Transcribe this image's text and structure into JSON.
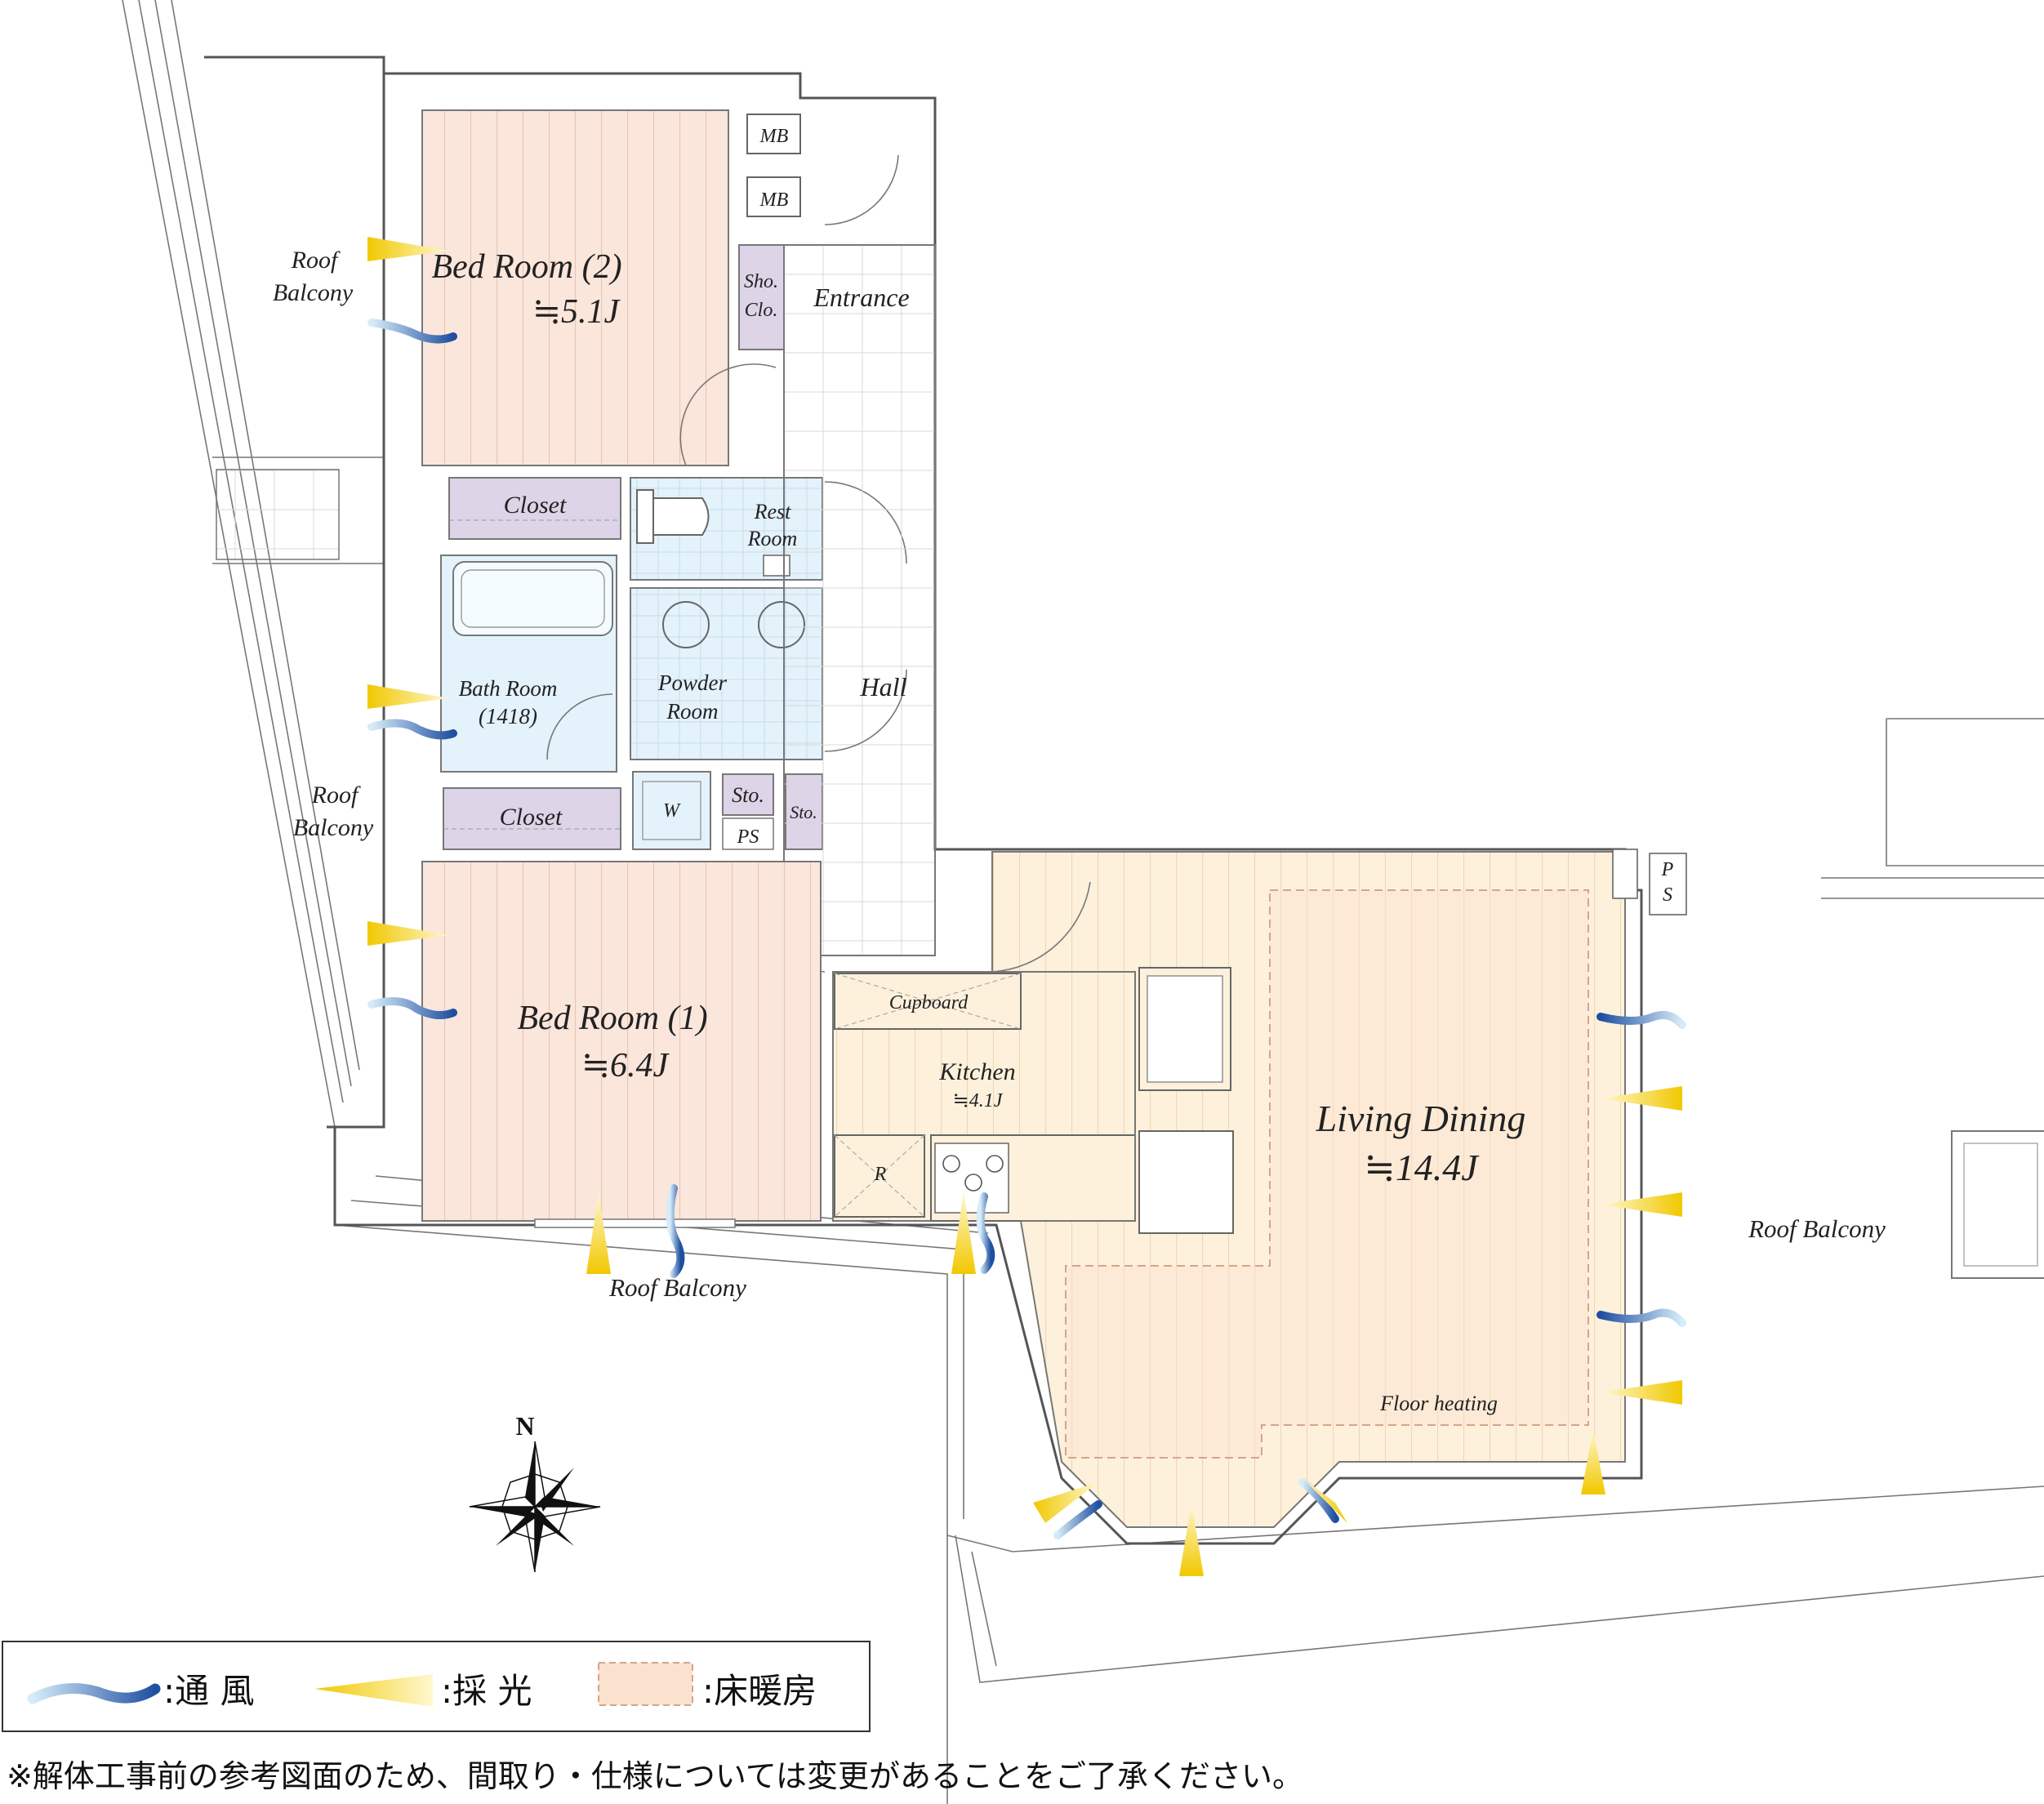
{
  "rooms": {
    "bed2": {
      "name": "Bed Room (2)",
      "size": "≒5.1J"
    },
    "bed1": {
      "name": "Bed Room (1)",
      "size": "≒6.4J"
    },
    "living": {
      "name": "Living Dining",
      "size": "≒14.4J"
    },
    "kitchen": {
      "name": "Kitchen",
      "size": "≒4.1J"
    },
    "entrance": "Entrance",
    "hall": "Hall",
    "closet_top": "Closet",
    "closet_bottom": "Closet",
    "bath_line1": "Bath Room",
    "bath_line2": "(1418)",
    "powder_line1": "Powder",
    "powder_line2": "Room",
    "rest_line1": "Rest",
    "rest_line2": "Room",
    "shoe_line1": "Sho.",
    "shoe_line2": "Clo.",
    "mb_top": "MB",
    "mb_bottom": "MB",
    "sto_left": "Sto.",
    "sto_right": "Sto.",
    "ps_center": "PS",
    "ps_right_1": "P",
    "ps_right_2": "S",
    "washer": "W",
    "cupboard": "Cupboard",
    "fridge": "R",
    "floor_heating": "Floor heating"
  },
  "balconies": {
    "top_left_1": "Roof",
    "top_left_2": "Balcony",
    "mid_left_1": "Roof",
    "mid_left_2": "Balcony",
    "bottom": "Roof Balcony",
    "right": "Roof Balcony"
  },
  "compass": {
    "north": "N"
  },
  "legend": {
    "wind": ":通 風",
    "light": ":採 光",
    "heating": ":床暖房"
  },
  "note": "※解体工事前の参考図面のため、間取り・仕様については変更があることをご了承ください。",
  "colors": {
    "bedroom": "#fbe6dc",
    "living": "#fdf1dc",
    "wet": "#e3f2fb",
    "storage": "#ddd4e8",
    "wind": "#2a64b0",
    "light": "#f3cf2a"
  }
}
